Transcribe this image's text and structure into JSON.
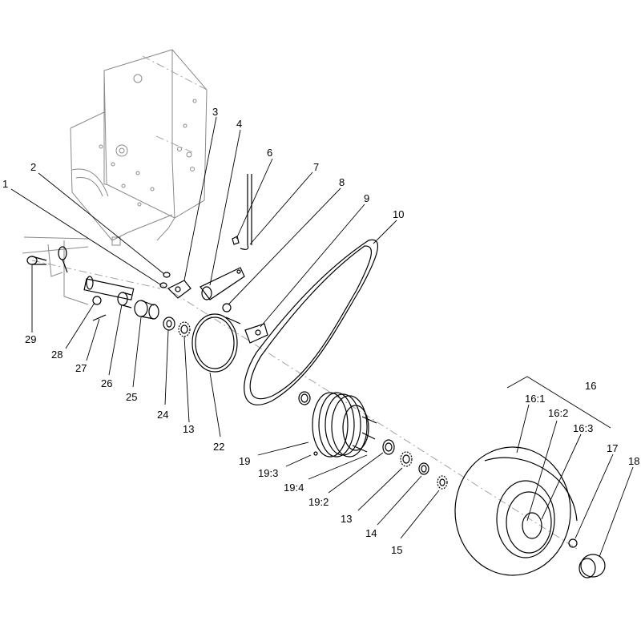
{
  "callouts": [
    {
      "id": "c1",
      "text": "1"
    },
    {
      "id": "c2",
      "text": "2"
    },
    {
      "id": "c3",
      "text": "3"
    },
    {
      "id": "c4",
      "text": "4"
    },
    {
      "id": "c6",
      "text": "6"
    },
    {
      "id": "c7",
      "text": "7"
    },
    {
      "id": "c8",
      "text": "8"
    },
    {
      "id": "c9",
      "text": "9"
    },
    {
      "id": "c10",
      "text": "10"
    },
    {
      "id": "c16",
      "text": "16"
    },
    {
      "id": "c16_1",
      "text": "16:1"
    },
    {
      "id": "c16_2",
      "text": "16:2"
    },
    {
      "id": "c16_3",
      "text": "16:3"
    },
    {
      "id": "c17",
      "text": "17"
    },
    {
      "id": "c18",
      "text": "18"
    },
    {
      "id": "c29",
      "text": "29"
    },
    {
      "id": "c28",
      "text": "28"
    },
    {
      "id": "c27",
      "text": "27"
    },
    {
      "id": "c26",
      "text": "26"
    },
    {
      "id": "c25",
      "text": "25"
    },
    {
      "id": "c24",
      "text": "24"
    },
    {
      "id": "c13a",
      "text": "13"
    },
    {
      "id": "c22",
      "text": "22"
    },
    {
      "id": "c19",
      "text": "19"
    },
    {
      "id": "c19_3",
      "text": "19:3"
    },
    {
      "id": "c19_4",
      "text": "19:4"
    },
    {
      "id": "c19_2",
      "text": "19:2"
    },
    {
      "id": "c13b",
      "text": "13"
    },
    {
      "id": "c14",
      "text": "14"
    },
    {
      "id": "c15",
      "text": "15"
    }
  ]
}
